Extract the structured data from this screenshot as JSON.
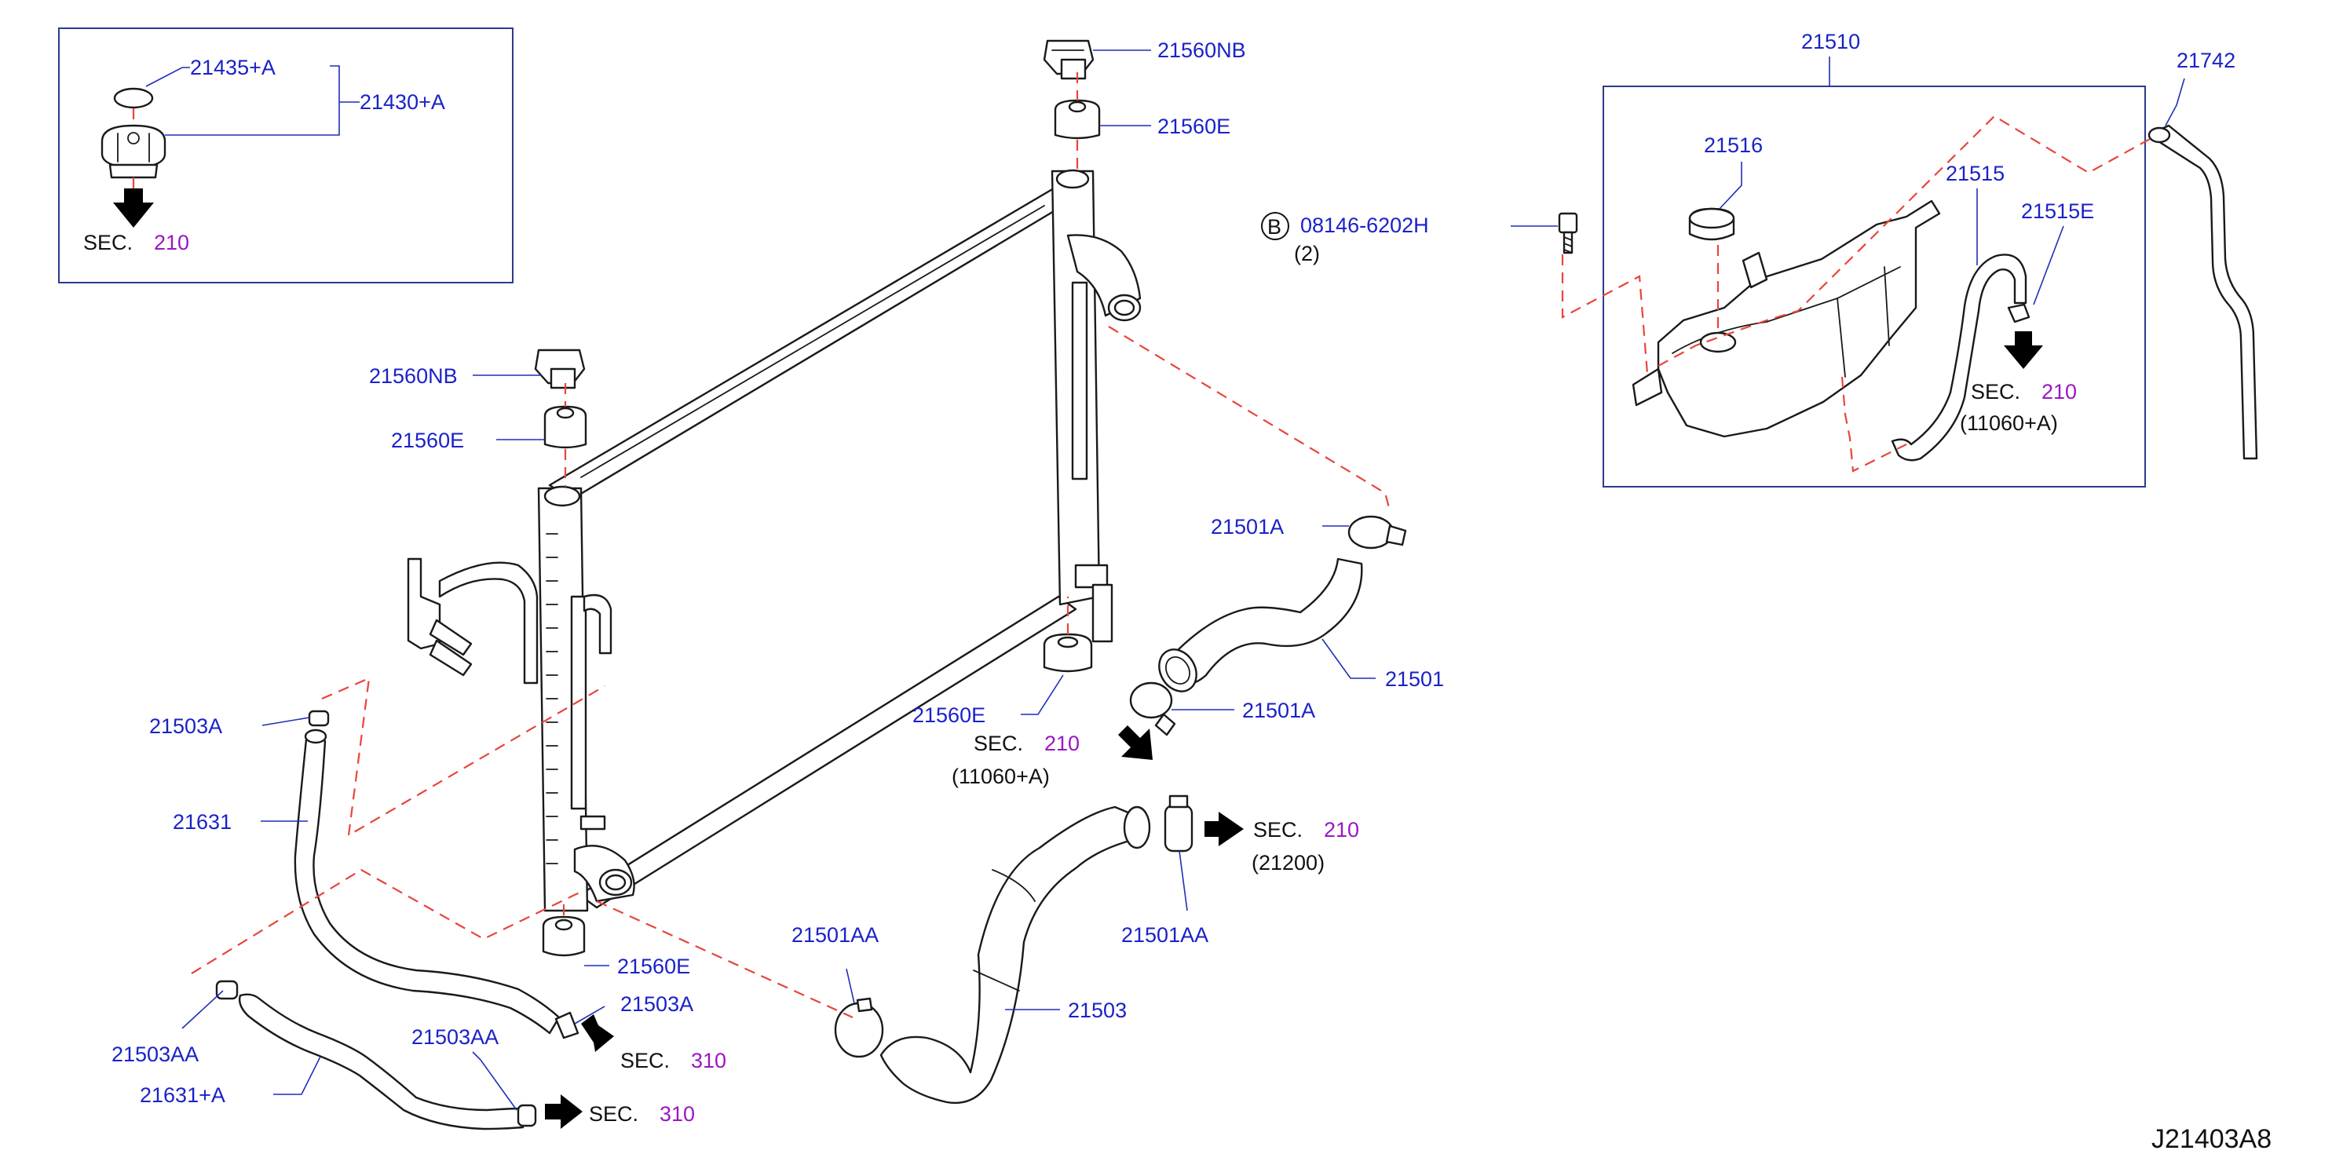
{
  "diagram_code": "J21403A8",
  "sec_label": "SEC.",
  "bolt_marker": "B",
  "labels": {
    "p21435A": "21435+A",
    "p21430A": "21430+A",
    "p21560NB_top": "21560NB",
    "p21560E_top": "21560E",
    "p21560NB_left": "21560NB",
    "p21560E_left": "21560E",
    "p21501A_upper": "21501A",
    "p21501": "21501",
    "p21501A_lower": "21501A",
    "p21560E_mid": "21560E",
    "p21503A_left": "21503A",
    "p21631": "21631",
    "p21501AA_right": "21501AA",
    "p21501AA_left": "21501AA",
    "p21503": "21503",
    "p21560E_bottom": "21560E",
    "p21503A_bottom": "21503A",
    "p21503AA_left": "21503AA",
    "p21503AA_bottom": "21503AA",
    "p21631A": "21631+A",
    "p08146": "08146-6202H",
    "p21510": "21510",
    "p21516": "21516",
    "p21515": "21515",
    "p21515E": "21515E",
    "p21742": "21742"
  },
  "notes": {
    "qty_bolt": "(2)",
    "sub_11060A_mid": "(11060+A)",
    "sub_21200": "(21200)",
    "sub_11060A_tank": "(11060+A)"
  },
  "sections": {
    "cap": "210",
    "hose_upper": "210",
    "hose_lower": "210",
    "hose_21631": "310",
    "hose_21631A": "310",
    "tank": "210"
  },
  "colors": {
    "part_number": "#1a22c8",
    "section_number": "#9b17c2",
    "dashed_line": "#e8453c",
    "frame": "#2b3a8f"
  }
}
